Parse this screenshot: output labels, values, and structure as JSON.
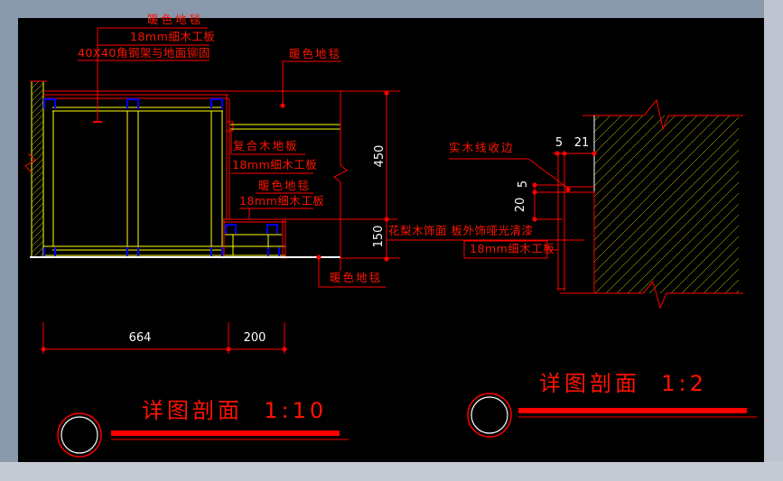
{
  "colors": {
    "line_red": "#FF0000",
    "line_yellow": "#FFFF00",
    "bracket_blue": "#0000FF",
    "dim_white": "#FFFFFF",
    "canvas_bg": "#000000",
    "frame_top_left": "#8A98AC",
    "frame_right": "#BDC3CF",
    "frame_bottom": "#C6CAD4"
  },
  "detail_1_10": {
    "title": "详图剖面  1:10",
    "labels": {
      "carpet_top": "暖色地毯",
      "blockboard_top": "18mm细木工板",
      "steel_frame": "40X40角钢架与地面铆固",
      "carpet_mid": "暖色地毯",
      "laminate_floor": "复合木地板",
      "blockboard_floor": "18mm细木工板",
      "carpet_step": "暖色地毯",
      "blockboard_step": "18mm细木工板",
      "carpet_bottom": "暖色地毯"
    },
    "dimensions": {
      "width_main": "664",
      "width_step": "200",
      "height_upper": "450",
      "height_step": "150"
    }
  },
  "detail_1_2": {
    "title": "详图剖面  1:2",
    "labels": {
      "wood_edge_trim": "实木线收边",
      "veneer": "花梨木饰面 板外饰哑光清漆",
      "blockboard": "18mm细木工板"
    },
    "dimensions": {
      "trim_width": "5",
      "cavity_width": "21",
      "trim_height": "5",
      "reveal_height": "20"
    }
  }
}
